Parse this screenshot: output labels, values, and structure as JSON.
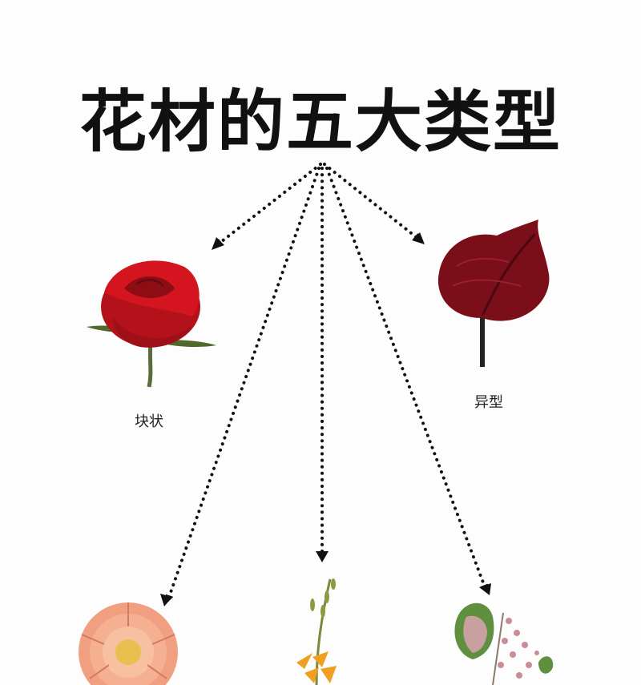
{
  "title": "花材的五大类型",
  "labels": {
    "block": "块状",
    "special": "异型"
  },
  "images": {
    "rose": "red-rose",
    "anthurium": "red-anthurium",
    "dahlia": "orange-dahlia",
    "crocosmia": "orange-crocosmia-spray",
    "filler": "caladium-leaf-and-filler-flowers"
  }
}
